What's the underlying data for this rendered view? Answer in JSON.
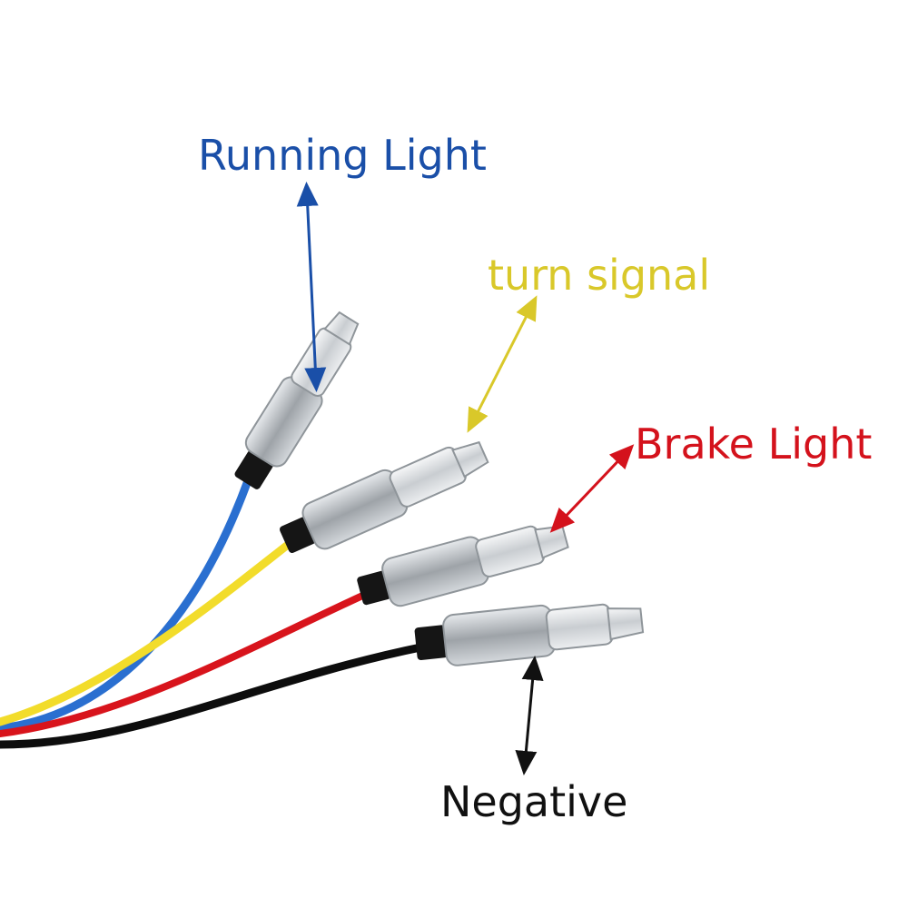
{
  "labels": {
    "running_light": {
      "text": "Running Light",
      "color": "#1a4fa8"
    },
    "turn_signal": {
      "text": "turn signal",
      "color": "#d9c82a"
    },
    "brake_light": {
      "text": "Brake Light",
      "color": "#d4121c"
    },
    "negative": {
      "text": "Negative",
      "color": "#111111"
    }
  },
  "wires": {
    "blue": "#2a6fd0",
    "yellow": "#f2dc2b",
    "red": "#d8141c",
    "black": "#0d0d0d"
  },
  "connector": {
    "sleeve": "#c4c8cc",
    "pin": "#e3e6e9",
    "boot": "#151515"
  }
}
